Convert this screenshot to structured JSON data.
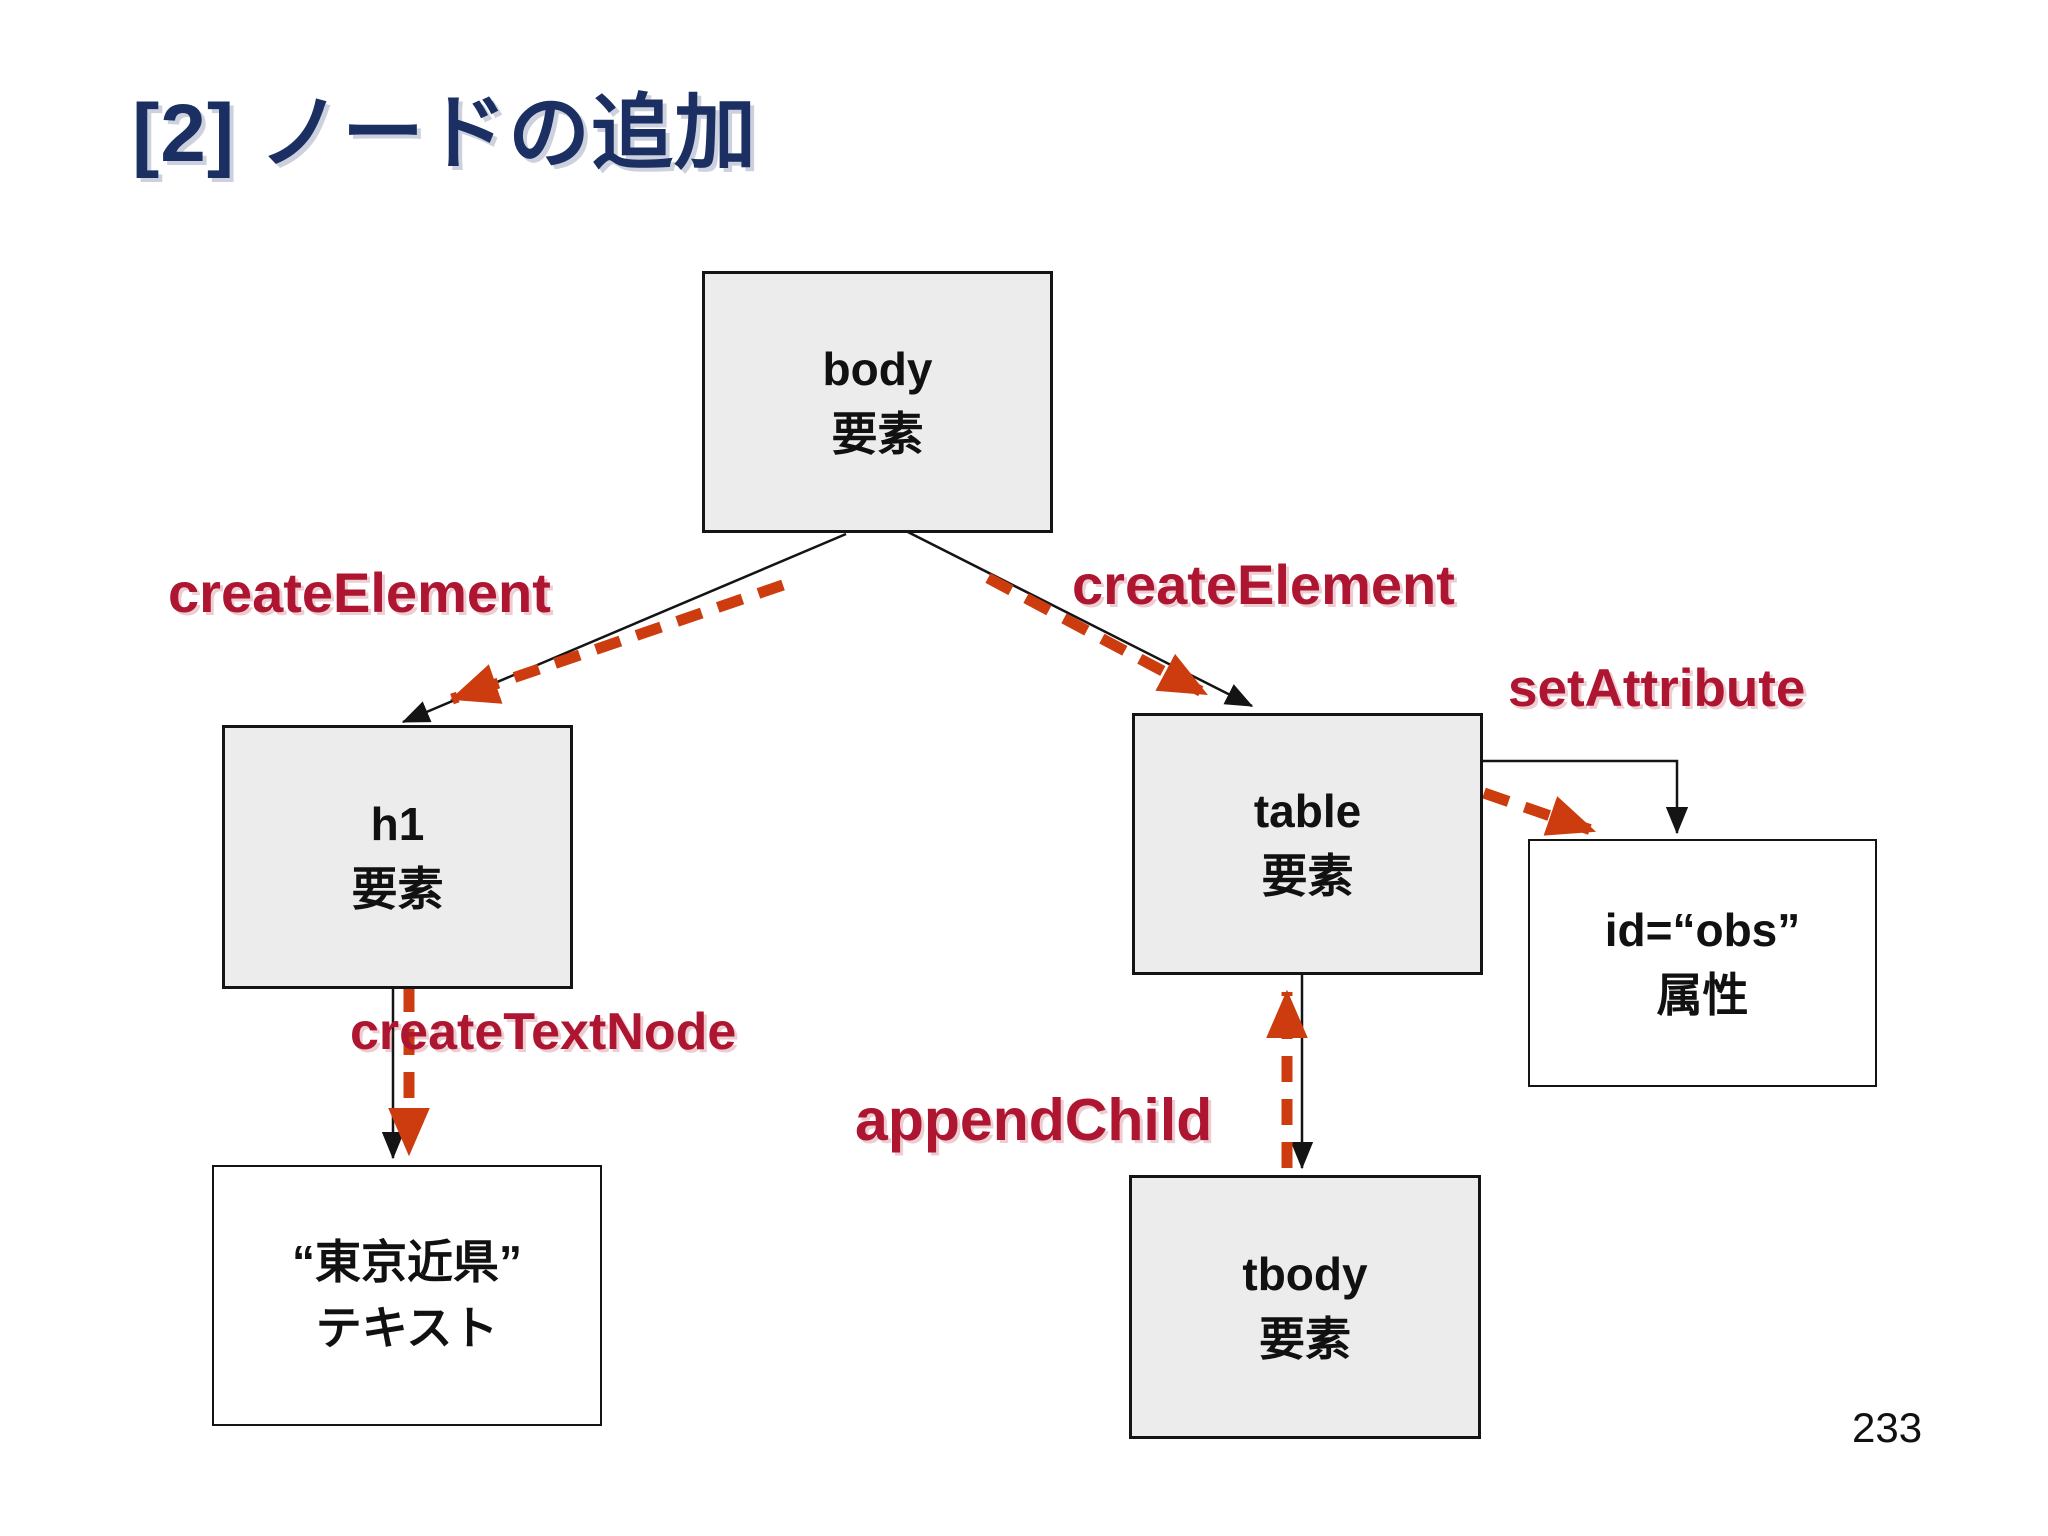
{
  "slide": {
    "title": "[2] ノードの追加",
    "page_number": "233",
    "colors": {
      "title": "#1b2f63",
      "method_label": "#ad1530",
      "dashed_arrow": "#cc3c0e",
      "solid_arrow": "#111111",
      "node_fill_gray": "#ececec",
      "node_fill_white": "#ffffff",
      "node_border": "#141414"
    }
  },
  "diagram": {
    "nodes": [
      {
        "id": "body",
        "line1": "body",
        "line2": "要素"
      },
      {
        "id": "h1",
        "line1": "h1",
        "line2": "要素"
      },
      {
        "id": "table",
        "line1": "table",
        "line2": "要素"
      },
      {
        "id": "id_attr",
        "line1": "id=“obs”",
        "line2": "属性"
      },
      {
        "id": "text_node",
        "line1": "“東京近県”",
        "line2": "テキスト"
      },
      {
        "id": "tbody",
        "line1": "tbody",
        "line2": "要素"
      }
    ],
    "labels": {
      "create_element_left": "createElement",
      "create_element_right": "createElement",
      "set_attribute": "setAttribute",
      "create_text_node": "createTextNode",
      "append_child": "appendChild"
    }
  }
}
